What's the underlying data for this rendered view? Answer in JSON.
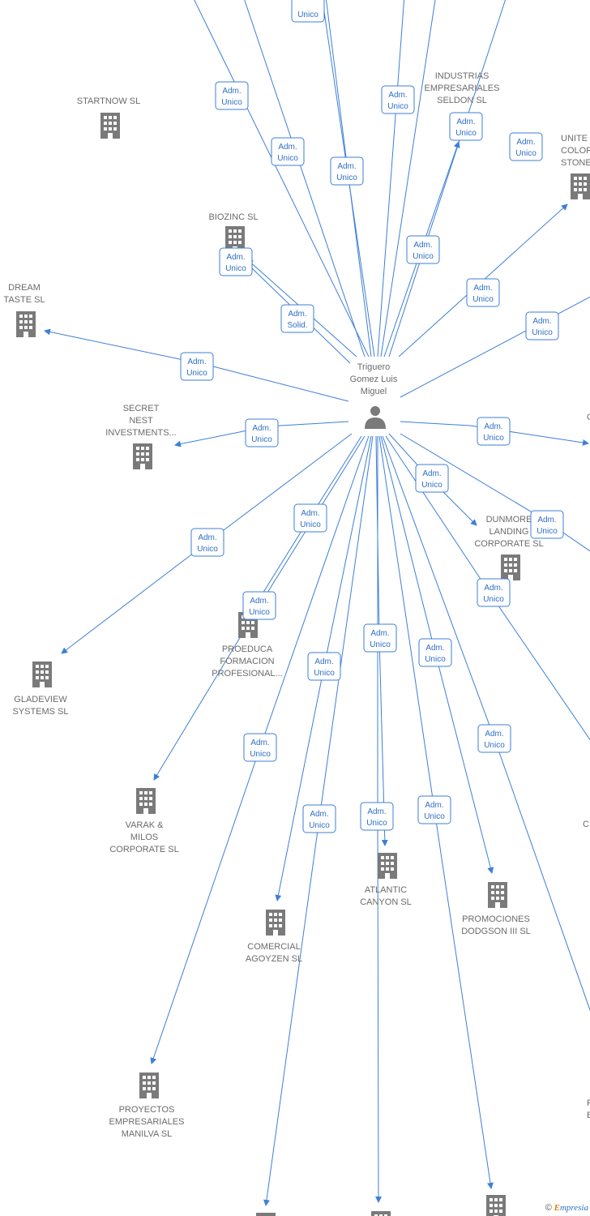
{
  "center": {
    "name": "Triguero Gomez Luis Miguel",
    "lines": [
      "Triguero",
      "Gomez Luis",
      "Miguel"
    ],
    "icon": "person-icon"
  },
  "colors": {
    "edge": "#3d7fd6",
    "label_text": "#2f6fc4",
    "node_text": "#6b6b6b",
    "icon": "#7a7a7a"
  },
  "companies": [
    {
      "id": "startnow",
      "lines": [
        "STARTNOW SL"
      ]
    },
    {
      "id": "biozinc",
      "lines": [
        "BIOZINC SL"
      ]
    },
    {
      "id": "dream",
      "lines": [
        "DREAM",
        "TASTE SL"
      ]
    },
    {
      "id": "secret",
      "lines": [
        "SECRET",
        "NEST",
        "INVESTMENTS..."
      ]
    },
    {
      "id": "industrias",
      "lines": [
        "INDUSTRIAS",
        "EMPRESARIALES",
        "SELDON SL"
      ]
    },
    {
      "id": "united",
      "lines": [
        "UNITE",
        "COLOR",
        "STONE"
      ]
    },
    {
      "id": "dunmore",
      "lines": [
        "DUNMORE",
        "LANDING",
        "CORPORATE SL"
      ]
    },
    {
      "id": "gladeview",
      "lines": [
        "GLADEVIEW",
        "SYSTEMS  SL"
      ]
    },
    {
      "id": "proeduca",
      "lines": [
        "PROEDUCA",
        "FORMACION",
        "PROFESIONAL..."
      ]
    },
    {
      "id": "varak",
      "lines": [
        "VARAK &",
        "MILOS",
        "CORPORATE SL"
      ]
    },
    {
      "id": "atlantic",
      "lines": [
        "ATLANTIC",
        "CANYON SL"
      ]
    },
    {
      "id": "promociones",
      "lines": [
        "PROMOCIONES",
        "DODGSON III SL"
      ]
    },
    {
      "id": "comercial",
      "lines": [
        "COMERCIAL",
        "AGOYZEN SL"
      ]
    },
    {
      "id": "proyectos",
      "lines": [
        "PROYECTOS",
        "EMPRESARIALES",
        "MANILVA SL"
      ]
    },
    {
      "id": "right_g",
      "lines": [
        "G"
      ]
    },
    {
      "id": "right_c",
      "lines": [
        "C"
      ]
    },
    {
      "id": "right_pb",
      "lines": [
        "P",
        "B"
      ]
    },
    {
      "id": "bottom_1",
      "lines": []
    },
    {
      "id": "bottom_2",
      "lines": []
    },
    {
      "id": "bottom_3",
      "lines": []
    }
  ],
  "edge_labels": [
    {
      "id": "e_top1",
      "lines": [
        "",
        "Unico"
      ]
    },
    {
      "id": "e_top2",
      "lines": [
        "Adm.",
        "Unico"
      ]
    },
    {
      "id": "e_top3",
      "lines": [
        "Adm.",
        "Unico"
      ]
    },
    {
      "id": "e_top4",
      "lines": [
        "Adm.",
        "Unico"
      ]
    },
    {
      "id": "e_top5",
      "lines": [
        "Adm.",
        "Unico"
      ]
    },
    {
      "id": "e_ind",
      "lines": [
        "Adm.",
        "Unico"
      ]
    },
    {
      "id": "e_ind2",
      "lines": [
        "Adm.",
        "Unico"
      ]
    },
    {
      "id": "e_united",
      "lines": [
        "Adm.",
        "Unico"
      ]
    },
    {
      "id": "e_united2",
      "lines": [
        "Adm.",
        "Unico"
      ]
    },
    {
      "id": "e_biozinc",
      "lines": [
        "Adm.",
        "Unico"
      ]
    },
    {
      "id": "e_solid",
      "lines": [
        "Adm.",
        "Solid."
      ]
    },
    {
      "id": "e_right1",
      "lines": [
        "Adm.",
        "Unico"
      ]
    },
    {
      "id": "e_dream",
      "lines": [
        "Adm.",
        "Unico"
      ]
    },
    {
      "id": "e_secret",
      "lines": [
        "Adm.",
        "Unico"
      ]
    },
    {
      "id": "e_g",
      "lines": [
        "Adm.",
        "Unico"
      ]
    },
    {
      "id": "e_dunmore",
      "lines": [
        "Adm.",
        "Unico"
      ]
    },
    {
      "id": "e_right2",
      "lines": [
        "Adm.",
        "Unico"
      ]
    },
    {
      "id": "e_glade",
      "lines": [
        "Adm.",
        "Unico"
      ]
    },
    {
      "id": "e_proeduca1",
      "lines": [
        "Adm.",
        "Unico"
      ]
    },
    {
      "id": "e_proeduca2",
      "lines": [
        "Adm.",
        "Unico"
      ]
    },
    {
      "id": "e_rightc",
      "lines": [
        "Adm.",
        "Unico"
      ]
    },
    {
      "id": "e_atl1",
      "lines": [
        "Adm.",
        "Unico"
      ]
    },
    {
      "id": "e_promo",
      "lines": [
        "Adm.",
        "Unico"
      ]
    },
    {
      "id": "e_comercial",
      "lines": [
        "Adm.",
        "Unico"
      ]
    },
    {
      "id": "e_proy",
      "lines": [
        "Adm.",
        "Unico"
      ]
    },
    {
      "id": "e_rightpb",
      "lines": [
        "Adm.",
        "Unico"
      ]
    },
    {
      "id": "e_b1",
      "lines": [
        "Adm.",
        "Unico"
      ]
    },
    {
      "id": "e_atl2",
      "lines": [
        "Adm.",
        "Unico"
      ]
    },
    {
      "id": "e_b3",
      "lines": [
        "Adm.",
        "Unico"
      ]
    }
  ],
  "footer": {
    "copyright": "©",
    "brand_initial": "E",
    "brand_rest": "mpresia"
  }
}
